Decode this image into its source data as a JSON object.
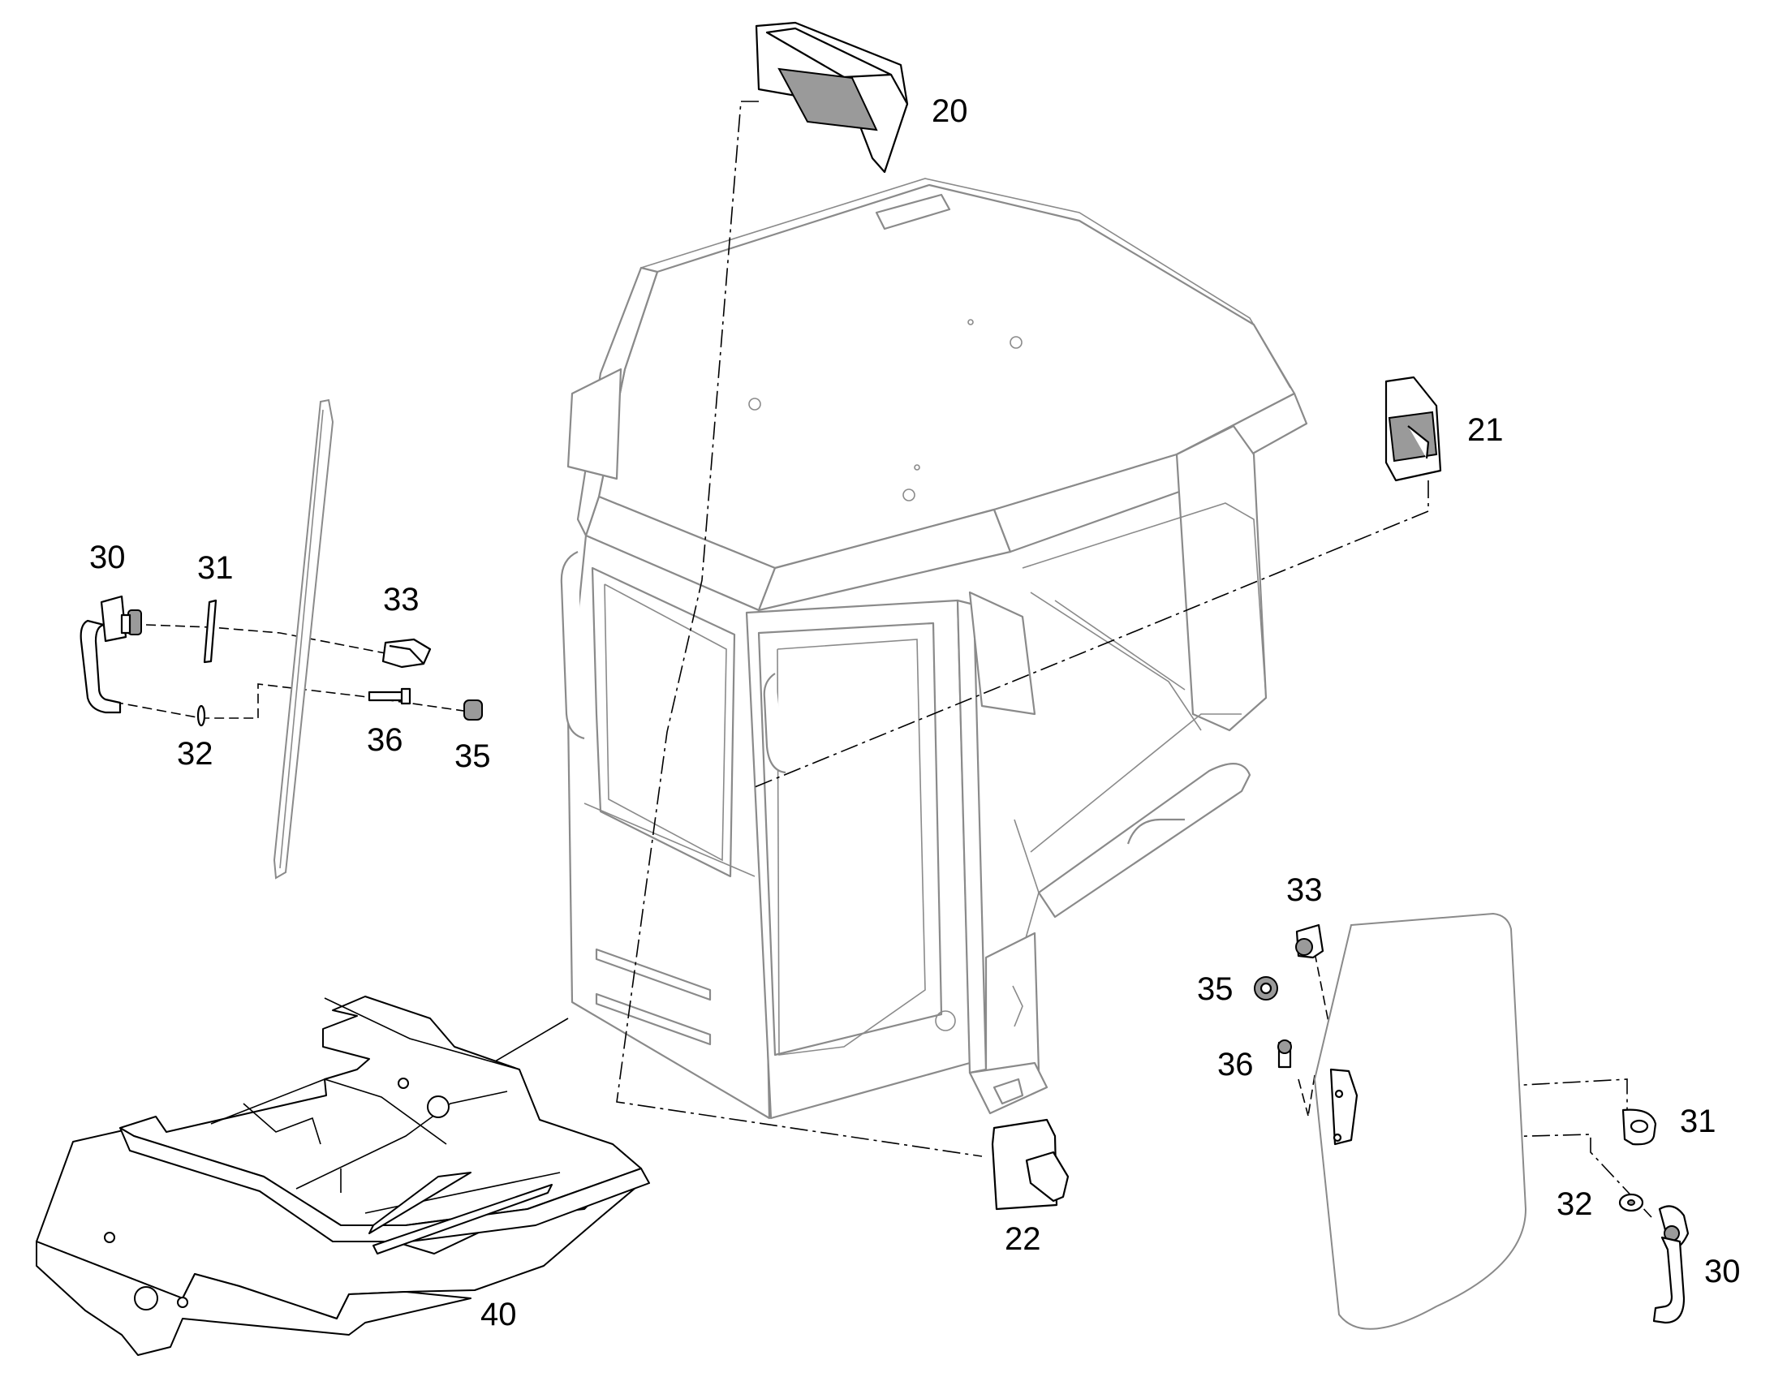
{
  "diagram": {
    "callouts": [
      {
        "id": "20",
        "text": "20"
      },
      {
        "id": "21",
        "text": "21"
      },
      {
        "id": "22",
        "text": "22"
      },
      {
        "id": "40",
        "text": "40"
      },
      {
        "id": "30-left",
        "text": "30"
      },
      {
        "id": "31-left",
        "text": "31"
      },
      {
        "id": "32-left",
        "text": "32"
      },
      {
        "id": "33-left",
        "text": "33"
      },
      {
        "id": "35-left",
        "text": "35"
      },
      {
        "id": "36-left",
        "text": "36"
      },
      {
        "id": "30-right",
        "text": "30"
      },
      {
        "id": "31-right",
        "text": "31"
      },
      {
        "id": "32-right",
        "text": "32"
      },
      {
        "id": "33-right",
        "text": "33"
      },
      {
        "id": "35-right",
        "text": "35"
      },
      {
        "id": "36-right",
        "text": "36"
      }
    ]
  }
}
